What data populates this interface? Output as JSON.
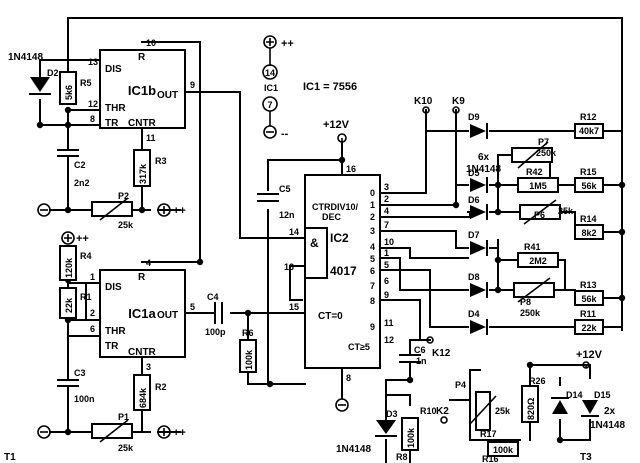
{
  "supply": {
    "plus": "++",
    "minus": "--",
    "pin14": "14",
    "pin7": "7",
    "ic1_label": "IC1",
    "ic1_type": "IC1 = 7556",
    "v12": "+12V",
    "v12_right": "+12V"
  },
  "ic1b": {
    "name": "IC1b",
    "dis": "DIS",
    "thr": "THR",
    "tr": "TR",
    "cntr": "CNTR",
    "out": "OUT",
    "r": "R",
    "pin_dis": "13",
    "pin_thr": "12",
    "pin_tr": "8",
    "pin_r": "10",
    "pin_out": "9",
    "pin_cntr": "11"
  },
  "ic1a": {
    "name": "IC1a",
    "dis": "DIS",
    "thr": "THR",
    "tr": "TR",
    "cntr": "CNTR",
    "out": "OUT",
    "r": "R",
    "pin_dis": "1",
    "pin_thr": "2",
    "pin_tr": "6",
    "pin_r": "4",
    "pin_out": "5",
    "pin_cntr": "3"
  },
  "ic2": {
    "name": "IC2",
    "type_line1": "CTRDIV10/",
    "type_line2": "DEC",
    "part": "4017",
    "and": "&",
    "ct0": "CT=0",
    "ct5": "CT≥5",
    "pin_vdd": "16",
    "pin_clk": "14",
    "pin_en": "13",
    "pin_rst": "15",
    "pin_vss": "8",
    "pin_co": "12",
    "outputs": [
      "0",
      "1",
      "2",
      "3",
      "4",
      "5",
      "6",
      "7",
      "8",
      "9"
    ],
    "output_pins": [
      "3",
      "2",
      "4",
      "7",
      "10",
      "1",
      "5",
      "6",
      "9",
      "11"
    ]
  },
  "parts": {
    "d2": "D2",
    "d2_type": "1N4148",
    "r5": "R5",
    "r5_val": "5k6",
    "c2": "C2",
    "c2_val": "2n2",
    "r3": "R3",
    "r3_val": "317k",
    "p2": "P2",
    "p2_val": "25k",
    "r4": "R4",
    "r4_val": "120k",
    "r1": "R1",
    "r1_val": "22k",
    "c3": "C3",
    "c3_val": "100n",
    "r2": "R2",
    "r2_val": "684k",
    "p1": "P1",
    "p1_val": "25k",
    "c4": "C4",
    "c4_val": "100p",
    "r6": "R6",
    "r6_val": "100k",
    "c5": "C5",
    "c5_val": "12n",
    "c6": "C6",
    "c6_val": "1n",
    "d3": "D3",
    "d3_type": "1N4148",
    "r10": "R10",
    "r10_val": "100k",
    "k10": "K10",
    "k9": "K9",
    "k12": "K12",
    "k2": "K2",
    "diodes": "6x",
    "diodes_type": "1N4148",
    "d9": "D9",
    "d5": "D5",
    "d6": "D6",
    "d7": "D7",
    "d8": "D8",
    "d4": "D4",
    "r12": "R12",
    "r12_val": "40k7",
    "p7": "P7",
    "p7_val": "250k",
    "r42": "R42",
    "r42_val": "1M5",
    "r15": "R15",
    "r15_val": "56k",
    "p6": "P6",
    "p6_val": "25k",
    "r14": "R14",
    "r14_val": "8k2",
    "r41": "R41",
    "r41_val": "2M2",
    "r13": "R13",
    "r13_val": "56k",
    "p8": "P8",
    "p8_val": "250k",
    "r11": "R11",
    "r11_val": "22k",
    "p4": "P4",
    "p4_val": "25k",
    "r17": "R17",
    "r17_val": "100k",
    "r26": "R26",
    "r26_val": "820Ω",
    "d14": "D14",
    "d15": "D15",
    "d1415": "2x",
    "d1415_type": "1N4148",
    "t1": "T1",
    "t3": "T3",
    "r8": "R8",
    "r16": "R16"
  }
}
